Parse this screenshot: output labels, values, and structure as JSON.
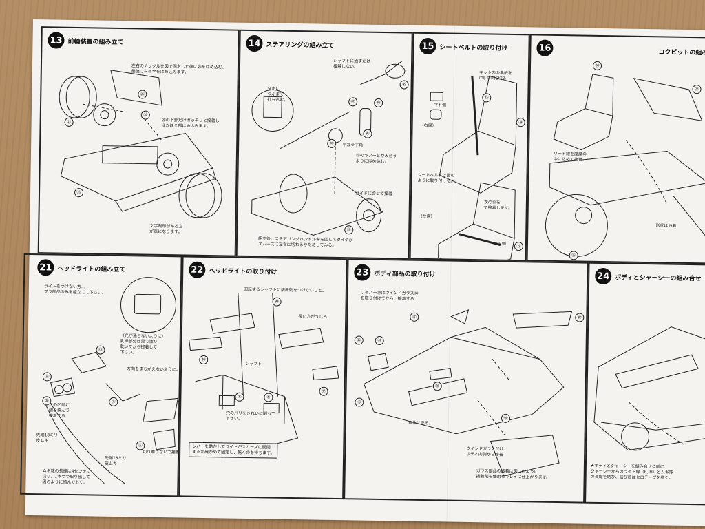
{
  "steps": [
    {
      "num": "13",
      "title": "前輪装置の組み立て",
      "notes": [
        "左右のナックルを図で固定した後に㉖をはめ込む。\n最後にタイヤをはめ込みます。",
        "⑳の下部だけガッチリと接着し\nほかは全部はめ込みます。",
        "文字刻印がある方\nが表になります。"
      ],
      "parts": [
        "㉖",
        "⑳",
        "㉕",
        "㉑"
      ]
    },
    {
      "num": "14",
      "title": "ステアリングの組み立て",
      "notes": [
        "シャフトに通すだけ\n接着しない。",
        "ダボに\nつぶまで\n打ち込む。",
        "平ガラ下角",
        "⑲のギアーとかみ合う\nようにはめ込む。",
        "ガイドに合せて接着",
        "組立後、ステアリングハンドル㊹を回してタイヤが\nスムーズに左右に切れるかためしてみる。"
      ],
      "parts": [
        "㊺",
        "㊼",
        "㊵",
        "㊶",
        "㊸",
        "⑳"
      ]
    },
    {
      "num": "15",
      "title": "シートベルトの取り付け",
      "notes": [
        "キット内の黒紙を\n巾8ミリに切る",
        "マド側",
        "（右席）",
        "シートベルトは図の\nように取り付ける。",
        "（左席）",
        "次の⑬を\nで接着します。",
        "マド側"
      ],
      "parts": [
        "⑭",
        "⑮",
        "⑮"
      ]
    },
    {
      "num": "16",
      "title": "コクピットの組み立て",
      "notes": [
        "リード線を座席の\n中に込めて接着。",
        "形状は油着"
      ],
      "parts": [
        "㉞",
        "㉒",
        "⑯"
      ]
    },
    {
      "num": "21",
      "title": "ヘッドライトの組み立て",
      "notes": [
        "ライトをつけない方…\nプラ部品のみを組立てて下さい。",
        "（光が通らないように）\n乳棒部分は黒で塗り、\n乾いてから接着して\n下さい。",
        "方向をまちがえないように。",
        "この凹部に\n線を挟んで\n接着する",
        "先端18ミリ\n皮ムキ",
        "先端18ミリ\n皮ムキ",
        "ムギ球の長線は4センチに\n切り、1本づつ取り出して\n図のように結んでおく。",
        "切り離さないで接着"
      ],
      "parts": [
        "⑮",
        "㉔",
        "㉑",
        "㊄",
        "㊄",
        "㊅"
      ]
    },
    {
      "num": "22",
      "title": "ヘッドライトの取り付け",
      "notes": [
        "回転するシャフトに接着剤をつけないこと。",
        "長い方がうしろ",
        "シャフト",
        "穴のバリをきれいに削って\n下さい。"
      ],
      "parts": [
        "㊿",
        "㊾",
        "⑥",
        "⑥",
        "㊼"
      ],
      "boxnote": "レバーを動かしてライトがスムーズに開閉\nするか確かめて固定し、乾くのを待ちます。"
    },
    {
      "num": "23",
      "title": "ボディ部品の取り付け",
      "notes": [
        "ワイパー㊴はウインドガラス㊳\nを取り付けてから、接着する",
        "車体に塗る。",
        "ウインドガラスだけ\nボディ内側から接着",
        "ガラス部品の接着は図…のように\n接着剤を使用もキレイに仕上がります。"
      ],
      "parts": [
        "㊲",
        "㊱",
        "㊸",
        "①",
        "㊿",
        "㊻",
        "㊷"
      ]
    },
    {
      "num": "24",
      "title": "ボディとシャーシーの組み合せ",
      "notes": [
        "★ボディとシャーシーを組み合せる前に\nシャーシーからのライト線（E, H）とムギ球\nの長線を結び、結び目はセロテープを巻く。"
      ],
      "parts": []
    }
  ]
}
